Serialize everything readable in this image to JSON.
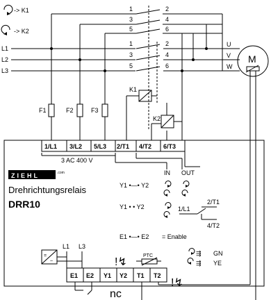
{
  "brand": {
    "logo_text": "ZIEHL",
    "logo_suffix": ".com"
  },
  "device": {
    "title": "Drehrichtungsrelais",
    "model": "DRR10"
  },
  "supply": {
    "L1": "L1",
    "L2": "L2",
    "L3": "L3"
  },
  "legend": {
    "cw": "-> K1",
    "ccw": "-> K2"
  },
  "motor": {
    "label": "M",
    "U": "U",
    "V": "V",
    "W": "W"
  },
  "contacts": {
    "top": [
      {
        "a": "1",
        "b": "2"
      },
      {
        "a": "3",
        "b": "4"
      },
      {
        "a": "5",
        "b": "6"
      }
    ],
    "mid": [
      {
        "a": "1",
        "b": "2"
      },
      {
        "a": "3",
        "b": "4"
      },
      {
        "a": "5",
        "b": "6"
      }
    ]
  },
  "coils": {
    "k1": "K1",
    "k2": "K2"
  },
  "fuses": [
    "F1",
    "F2",
    "F3"
  ],
  "terminals_top": [
    "1/L1",
    "3/L2",
    "5/L3",
    "2/T1",
    "4/T2",
    "6/T3"
  ],
  "supply_rating": "3 AC 400 V",
  "io": {
    "in": "IN",
    "out": "OUT"
  },
  "modes": {
    "y1y2_closed": "Y1 •—• Y2",
    "y1y2_open": "Y1 • • Y2",
    "e1e2": "E1 •—• E2",
    "enable": "= Enable"
  },
  "relay": {
    "common": "1/L1",
    "t1": "2/T1",
    "t2": "4/T2"
  },
  "leds": {
    "gn": "GN",
    "ye": "YE"
  },
  "power_labels": {
    "l1": "L1",
    "l3": "L3"
  },
  "ptc": "PTC",
  "terminals_bottom": [
    "E1",
    "E2",
    "Y1",
    "Y2",
    "T1",
    "T2"
  ],
  "nc": "nc"
}
